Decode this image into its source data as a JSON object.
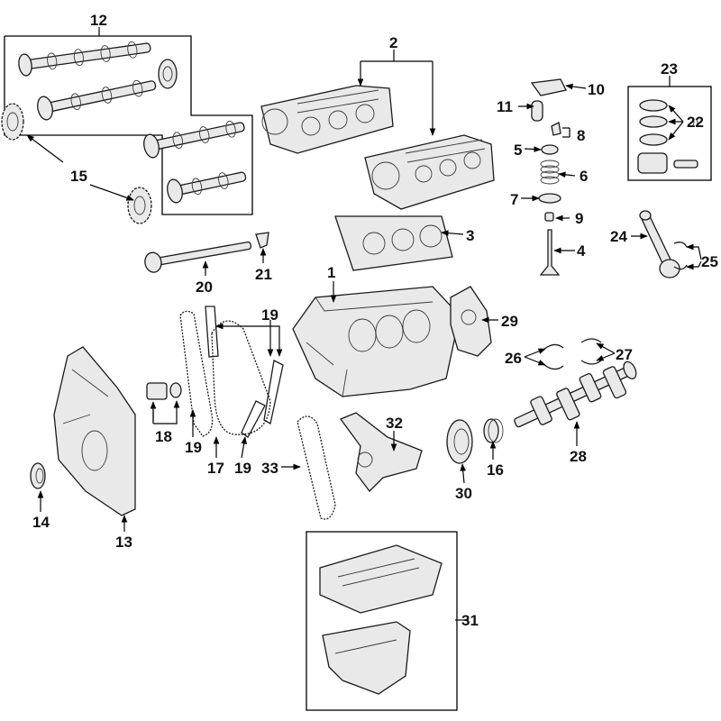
{
  "diagram": {
    "callouts": [
      "1",
      "2",
      "3",
      "4",
      "5",
      "6",
      "7",
      "8",
      "9",
      "10",
      "11",
      "12",
      "13",
      "14",
      "15",
      "16",
      "17",
      "18",
      "19",
      "19",
      "19",
      "20",
      "21",
      "22",
      "23",
      "24",
      "25",
      "26",
      "27",
      "28",
      "29",
      "30",
      "31",
      "32",
      "33"
    ]
  },
  "colors": {
    "line": "#1a1a1a",
    "fill": "#e9e9e9",
    "background": "#ffffff"
  }
}
